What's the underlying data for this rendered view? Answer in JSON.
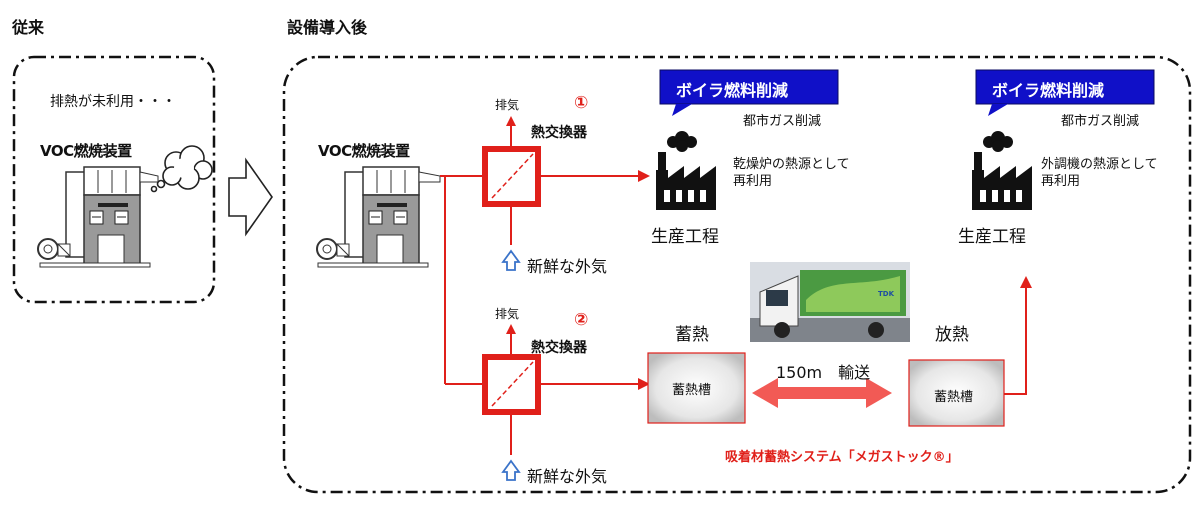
{
  "left": {
    "header": "従来",
    "note": "排熱が未利用・・・",
    "device": "VOC燃焼装置"
  },
  "right": {
    "header": "設備導入後",
    "device": "VOC燃焼装置",
    "route1": {
      "number": "①",
      "exhaust": "排気",
      "exchanger": "熱交換器",
      "fresh_air": "新鮮な外気",
      "banner": "ボイラ燃料削減",
      "gas_cut": "都市ガス削減",
      "reuse": "乾燥炉の熱源として\n再利用",
      "reuse_line1": "乾燥炉の熱源として",
      "reuse_line2": "再利用",
      "process": "生産工程"
    },
    "route2": {
      "number": "②",
      "exhaust": "排気",
      "exchanger": "熱交換器",
      "fresh_air": "新鮮な外気",
      "storage": "蓄熱",
      "tank": "蓄熱槽",
      "transport": "150m　輸送",
      "release": "放熱",
      "tank2": "蓄熱槽",
      "system": "吸着材蓄熱システム「メガストック®」",
      "banner": "ボイラ燃料削減",
      "gas_cut": "都市ガス削減",
      "reuse_line1": "外調機の熱源として",
      "reuse_line2": "再利用",
      "process": "生産工程"
    }
  },
  "colors": {
    "accent_red": "#e0201a",
    "banner_blue": "#1010c8",
    "arrow_blue": "#3a73c9"
  }
}
